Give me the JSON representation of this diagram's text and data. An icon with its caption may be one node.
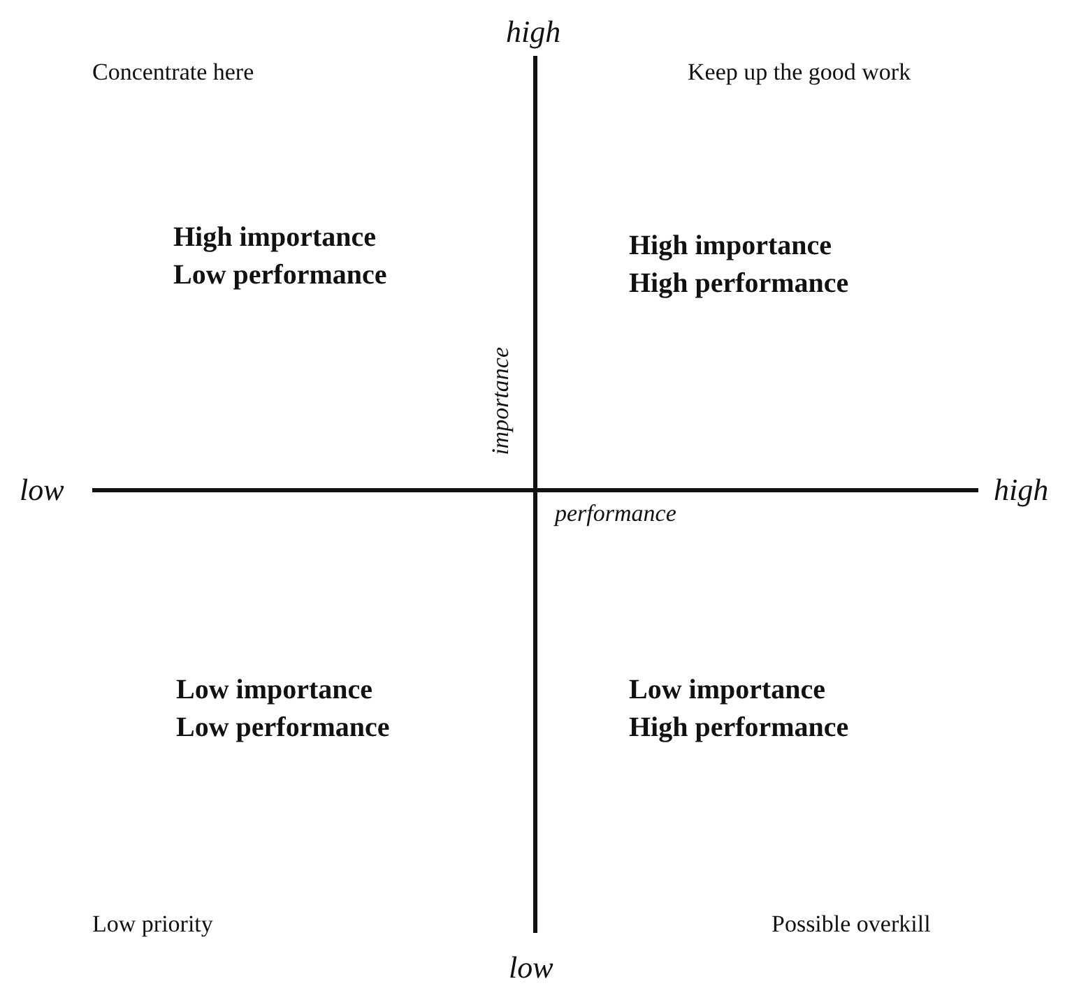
{
  "diagram": {
    "labels": [
      "high",
      "Concentrate here",
      "Keep up the good work",
      "High importance Low performance",
      "High importance High performance",
      "importance",
      "low",
      "high",
      "performance",
      "Low importance Low performance",
      "Low importance High performance",
      "Low priority",
      "Possible overkill",
      "low"
    ]
  }
}
